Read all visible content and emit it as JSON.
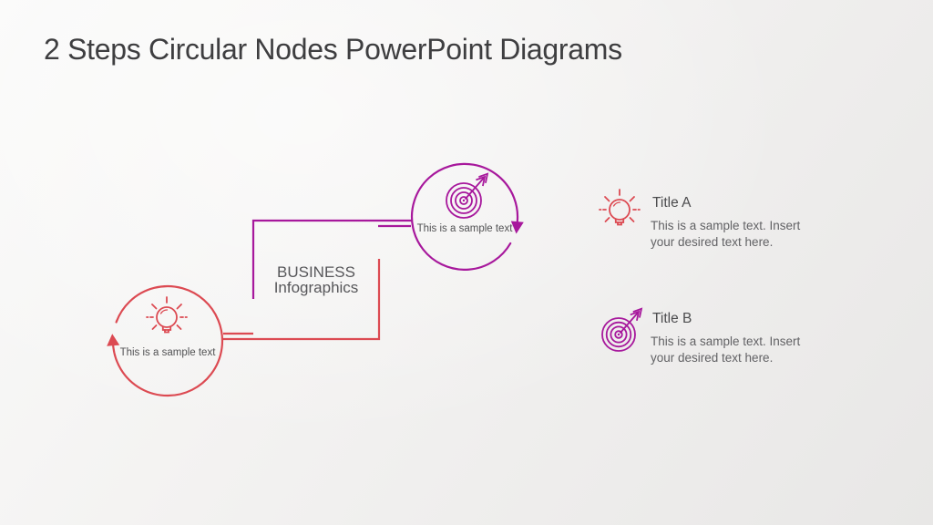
{
  "slide": {
    "title": "2 Steps Circular Nodes PowerPoint Diagrams"
  },
  "diagram": {
    "center_label": {
      "line1": "BUSINESS",
      "line2": "Infographics"
    },
    "steps": [
      {
        "name": "step-1",
        "icon": "lightbulb-icon",
        "label": "This is a sample text",
        "color": "#dc4a52"
      },
      {
        "name": "step-2",
        "icon": "target-icon",
        "label": "This is a sample text",
        "color": "#a7189c"
      }
    ]
  },
  "legend": [
    {
      "icon": "lightbulb-icon",
      "title": "Title A",
      "description": "This is a sample text. Insert your desired text here.",
      "color": "#dc4a52"
    },
    {
      "icon": "target-icon",
      "title": "Title B",
      "description": "This is a sample text. Insert your desired text here.",
      "color": "#a7189c"
    }
  ],
  "colors": {
    "magenta": "#a7189c",
    "red": "#dc4a52"
  }
}
